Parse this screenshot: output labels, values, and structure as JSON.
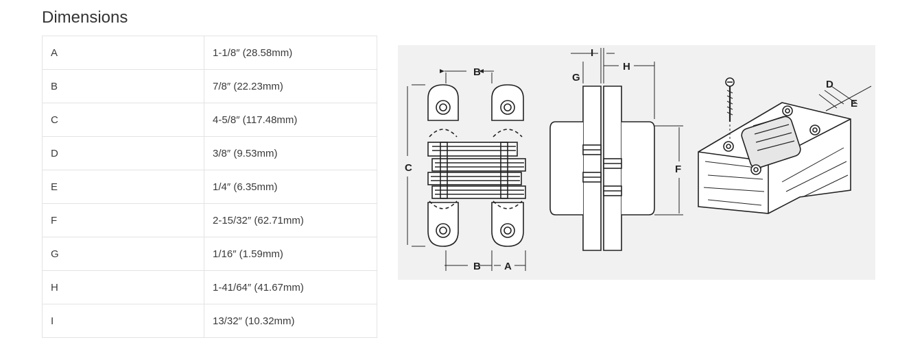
{
  "section_title": "Dimensions",
  "dimensions": [
    {
      "key": "A",
      "value": "1-1/8″ (28.58mm)"
    },
    {
      "key": "B",
      "value": "7/8″ (22.23mm)"
    },
    {
      "key": "C",
      "value": "4-5/8″ (117.48mm)"
    },
    {
      "key": "D",
      "value": "3/8″ (9.53mm)"
    },
    {
      "key": "E",
      "value": "1/4″ (6.35mm)"
    },
    {
      "key": "F",
      "value": "2-15/32″ (62.71mm)"
    },
    {
      "key": "G",
      "value": "1/16″ (1.59mm)"
    },
    {
      "key": "H",
      "value": "1-41/64″ (41.67mm)"
    },
    {
      "key": "I",
      "value": "13/32″ (10.32mm)"
    }
  ],
  "diagram_labels": {
    "a": "A",
    "b_top": "B",
    "b_bottom": "B",
    "c": "C",
    "d": "D",
    "e": "E",
    "f": "F",
    "g": "G",
    "h": "H",
    "i": "I"
  }
}
